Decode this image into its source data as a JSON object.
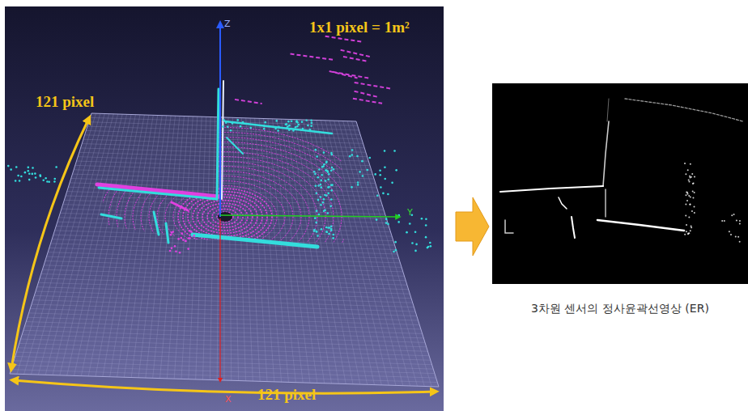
{
  "diagram": {
    "labels": [
      "1x1 pixel = 1m²",
      "121 pixel",
      "121 pixel",
      "Z",
      "Y",
      "X",
      "3차원 센서의 정사윤곽선영상 (ER)"
    ]
  }
}
